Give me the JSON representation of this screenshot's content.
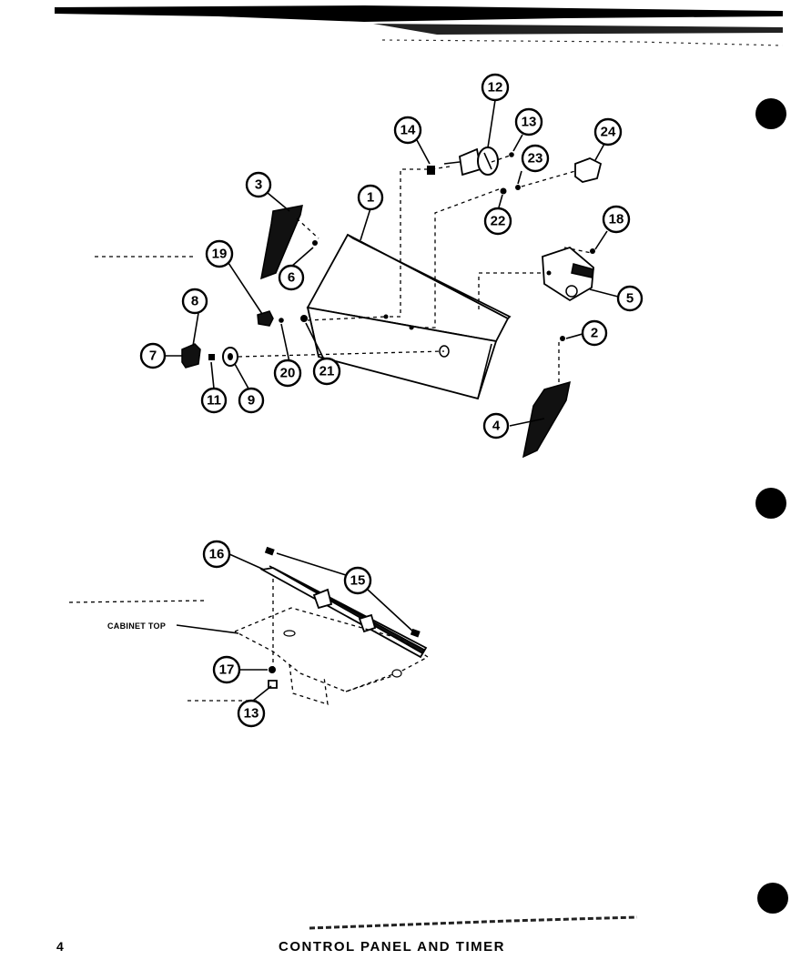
{
  "page": {
    "number": "4",
    "title": "CONTROL PANEL AND TIMER"
  },
  "labels": {
    "cabinet_top": "CABINET TOP"
  },
  "callouts": {
    "c1": "1",
    "c2": "2",
    "c3": "3",
    "c4": "4",
    "c5": "5",
    "c6": "6",
    "c7": "7",
    "c8": "8",
    "c9": "9",
    "c11": "11",
    "c12": "12",
    "c13": "13",
    "c14": "14",
    "c18": "18",
    "c19": "19",
    "c20": "20",
    "c21": "21",
    "c22": "22",
    "c23": "23",
    "c24": "24",
    "c15": "15",
    "c16": "16",
    "c17": "17",
    "c13b": "13"
  }
}
